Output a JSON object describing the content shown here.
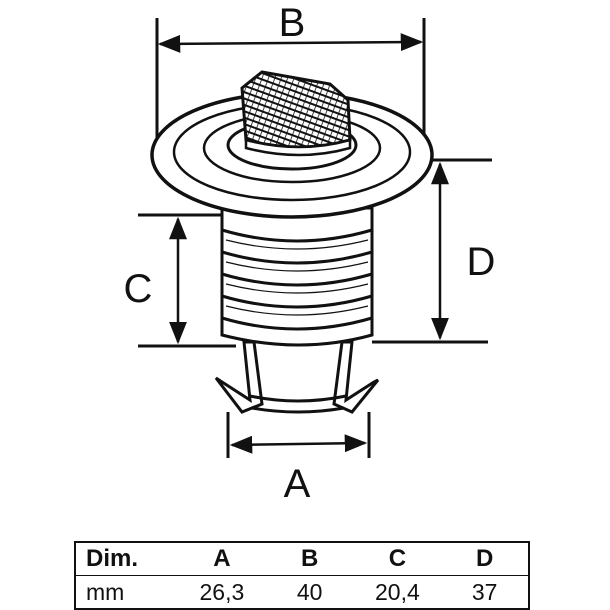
{
  "diagram": {
    "labels": {
      "a": "A",
      "b": "B",
      "c": "C",
      "d": "D"
    }
  },
  "table": {
    "header": [
      "Dim.",
      "A",
      "B",
      "C",
      "D"
    ],
    "row": [
      "mm",
      "26,3",
      "40",
      "20,4",
      "37"
    ]
  }
}
